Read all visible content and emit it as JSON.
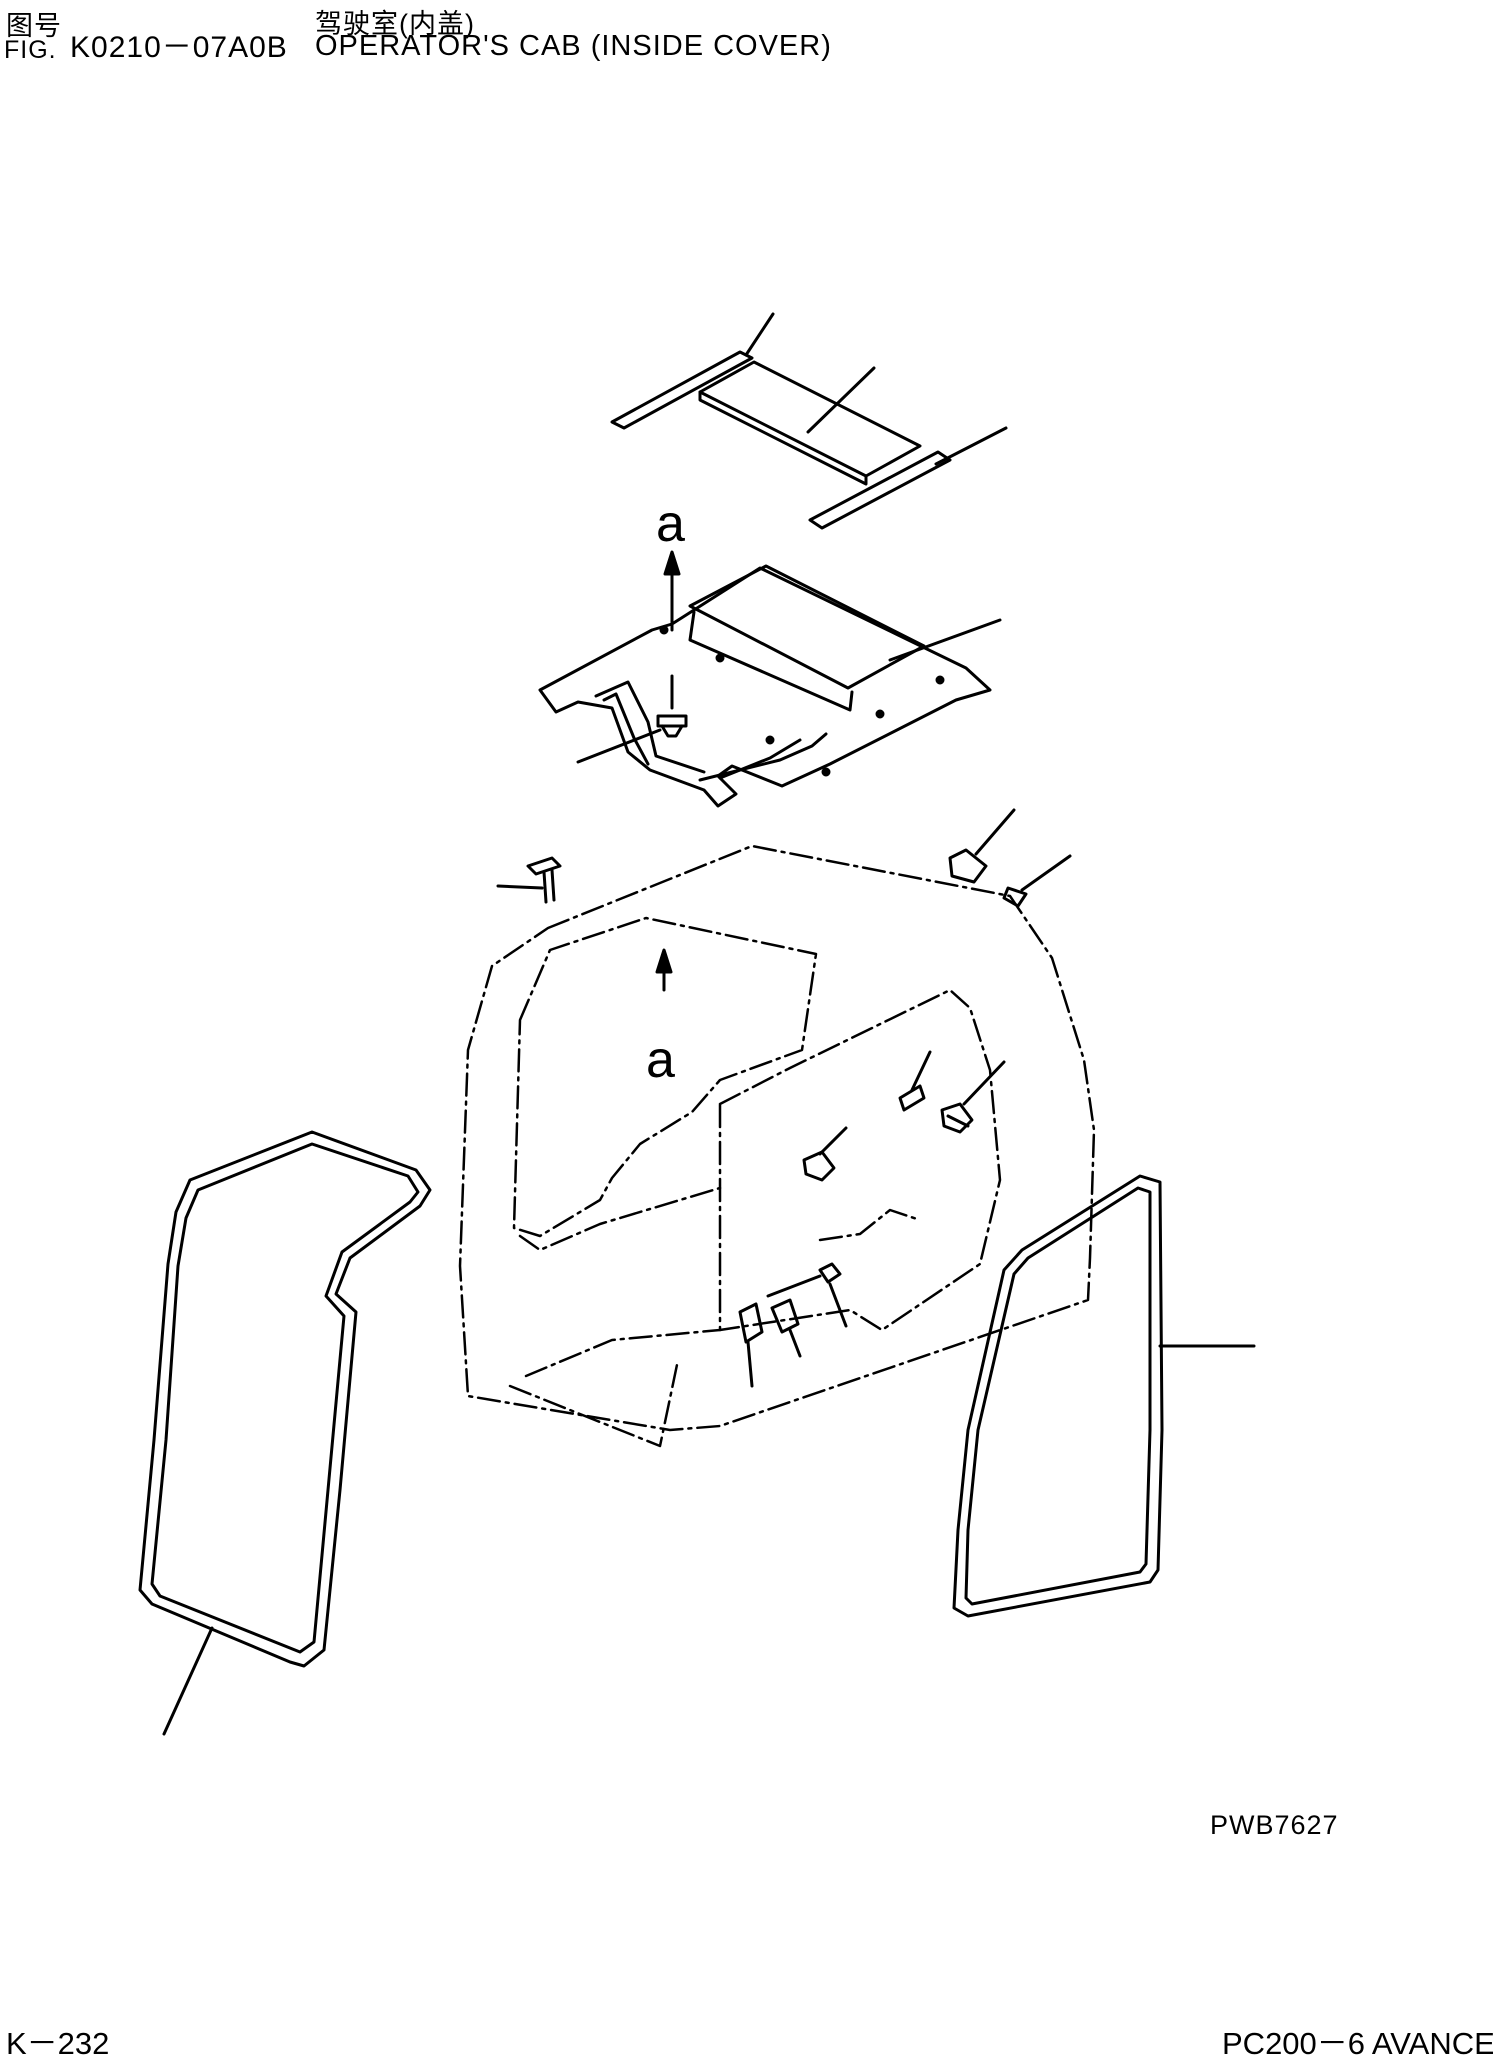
{
  "header": {
    "fig_label_zh": "图号",
    "fig_label_en": "FIG.",
    "fig_code": "K0210－07A0B",
    "title_zh": "驾驶室(内盖)",
    "title_en": "OPERATOR'S CAB (INSIDE COVER)"
  },
  "diagram": {
    "callout_top": "a",
    "callout_bottom": "a",
    "drawing_id": "PWB7627"
  },
  "footer": {
    "page": "K－232",
    "model": "PC200－6 AVANCE"
  }
}
